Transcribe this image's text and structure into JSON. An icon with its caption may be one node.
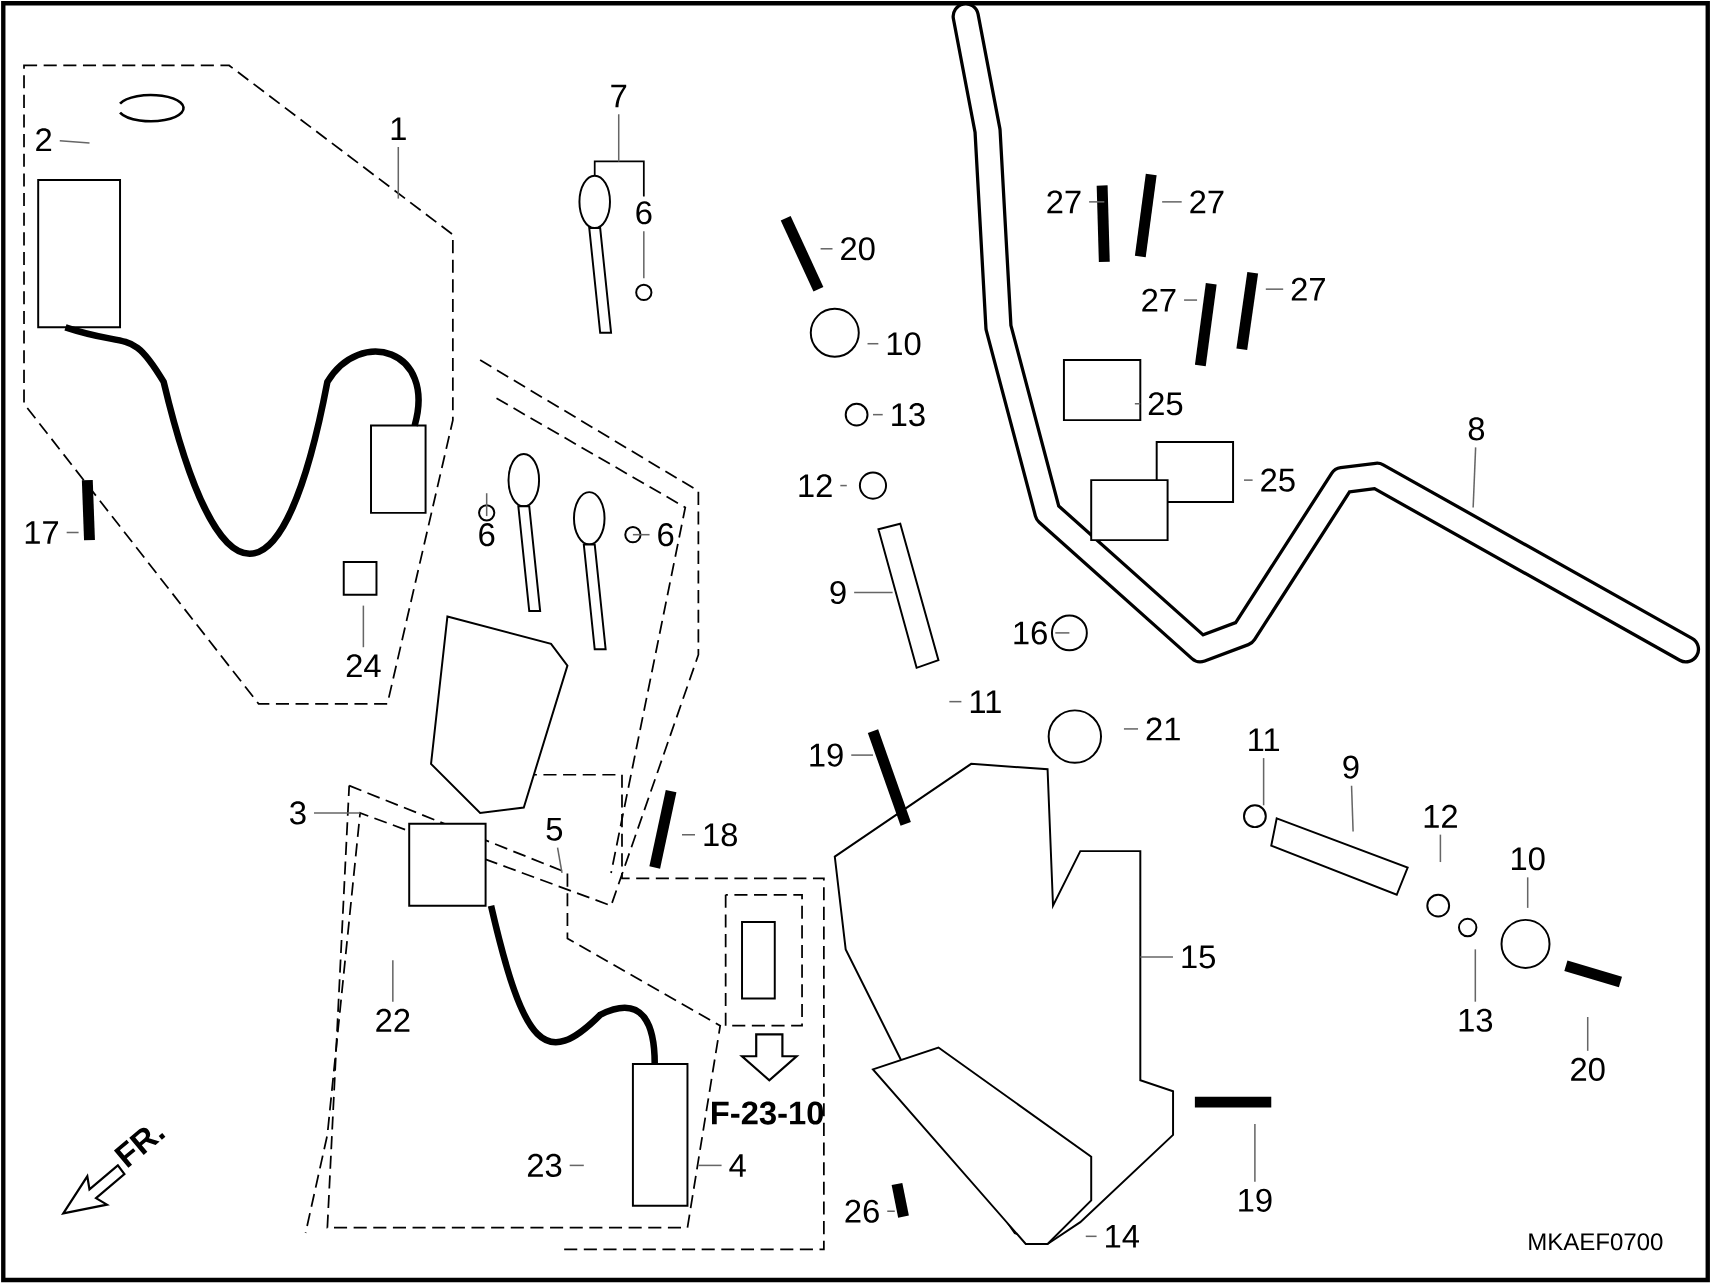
{
  "diagram": {
    "nodes": [
      {
        "text": [
          "1"
        ]
      },
      {
        "text": [
          "2"
        ]
      },
      {
        "text": [
          "7"
        ]
      },
      {
        "text": [
          "6"
        ]
      },
      {
        "text": [
          "20"
        ]
      },
      {
        "text": [
          "27"
        ]
      },
      {
        "text": [
          "27"
        ]
      },
      {
        "text": [
          "10"
        ]
      },
      {
        "text": [
          "27"
        ]
      },
      {
        "text": [
          "27"
        ]
      },
      {
        "text": [
          "13"
        ]
      },
      {
        "text": [
          "25"
        ]
      },
      {
        "text": [
          "12"
        ]
      },
      {
        "text": [
          "8"
        ]
      },
      {
        "text": [
          "25"
        ]
      },
      {
        "text": [
          "17"
        ]
      },
      {
        "text": [
          "6"
        ]
      },
      {
        "text": [
          "6"
        ]
      },
      {
        "text": [
          "9"
        ]
      },
      {
        "text": [
          "16"
        ]
      },
      {
        "text": [
          "24"
        ]
      },
      {
        "text": [
          "11"
        ]
      },
      {
        "text": [
          "21"
        ]
      },
      {
        "text": [
          "11"
        ]
      },
      {
        "text": [
          "19"
        ]
      },
      {
        "text": [
          "9"
        ]
      },
      {
        "text": [
          "3"
        ]
      },
      {
        "text": [
          "5"
        ]
      },
      {
        "text": [
          "18"
        ]
      },
      {
        "text": [
          "12"
        ]
      },
      {
        "text": [
          "10"
        ]
      },
      {
        "text": [
          "15"
        ]
      },
      {
        "text": [
          "22"
        ]
      },
      {
        "text": [
          "13"
        ]
      },
      {
        "text": [
          "20"
        ]
      },
      {
        "text": [
          "23"
        ]
      },
      {
        "text": [
          "4"
        ]
      },
      {
        "text": [
          "19"
        ]
      },
      {
        "text": [
          "26"
        ]
      },
      {
        "text": [
          "14"
        ]
      }
    ],
    "edges": [
      {
        "from": 0,
        "to": null,
        "arrow": "none"
      },
      {
        "from": 1,
        "to": null,
        "arrow": "none"
      },
      {
        "from": 2,
        "to": null,
        "arrow": "none"
      },
      {
        "from": 3,
        "to": null,
        "arrow": "none"
      },
      {
        "from": 4,
        "to": null,
        "arrow": "none"
      },
      {
        "from": 5,
        "to": null,
        "arrow": "none"
      },
      {
        "from": 6,
        "to": null,
        "arrow": "none"
      },
      {
        "from": 7,
        "to": null,
        "arrow": "none"
      },
      {
        "from": 8,
        "to": null,
        "arrow": "none"
      },
      {
        "from": 9,
        "to": null,
        "arrow": "none"
      },
      {
        "from": 10,
        "to": null,
        "arrow": "none"
      },
      {
        "from": 11,
        "to": null,
        "arrow": "none"
      },
      {
        "from": 12,
        "to": null,
        "arrow": "none"
      },
      {
        "from": 13,
        "to": null,
        "arrow": "none"
      },
      {
        "from": 14,
        "to": null,
        "arrow": "none"
      },
      {
        "from": 15,
        "to": null,
        "arrow": "none"
      },
      {
        "from": 16,
        "to": null,
        "arrow": "none"
      },
      {
        "from": 17,
        "to": null,
        "arrow": "none"
      },
      {
        "from": 18,
        "to": null,
        "arrow": "none"
      },
      {
        "from": 19,
        "to": null,
        "arrow": "none"
      },
      {
        "from": 20,
        "to": null,
        "arrow": "none"
      },
      {
        "from": 21,
        "to": null,
        "arrow": "none"
      },
      {
        "from": 22,
        "to": null,
        "arrow": "none"
      },
      {
        "from": 23,
        "to": null,
        "arrow": "none"
      },
      {
        "from": 24,
        "to": null,
        "arrow": "none"
      },
      {
        "from": 25,
        "to": null,
        "arrow": "none"
      },
      {
        "from": 26,
        "to": null,
        "arrow": "none"
      },
      {
        "from": 27,
        "to": null,
        "arrow": "none"
      },
      {
        "from": 28,
        "to": null,
        "arrow": "none"
      },
      {
        "from": 29,
        "to": null,
        "arrow": "none"
      },
      {
        "from": 30,
        "to": null,
        "arrow": "none"
      },
      {
        "from": 31,
        "to": null,
        "arrow": "none"
      },
      {
        "from": 32,
        "to": null,
        "arrow": "none"
      },
      {
        "from": 33,
        "to": null,
        "arrow": "none"
      },
      {
        "from": 34,
        "to": null,
        "arrow": "none"
      },
      {
        "from": 35,
        "to": null,
        "arrow": "none"
      },
      {
        "from": 36,
        "to": null,
        "arrow": "none"
      },
      {
        "from": 37,
        "to": null,
        "arrow": "none"
      },
      {
        "from": 38,
        "to": null,
        "arrow": "none"
      },
      {
        "from": 39,
        "to": null,
        "arrow": "none"
      }
    ],
    "labels": [
      "F-23-10",
      "FR.",
      "MKAEF0700"
    ]
  }
}
